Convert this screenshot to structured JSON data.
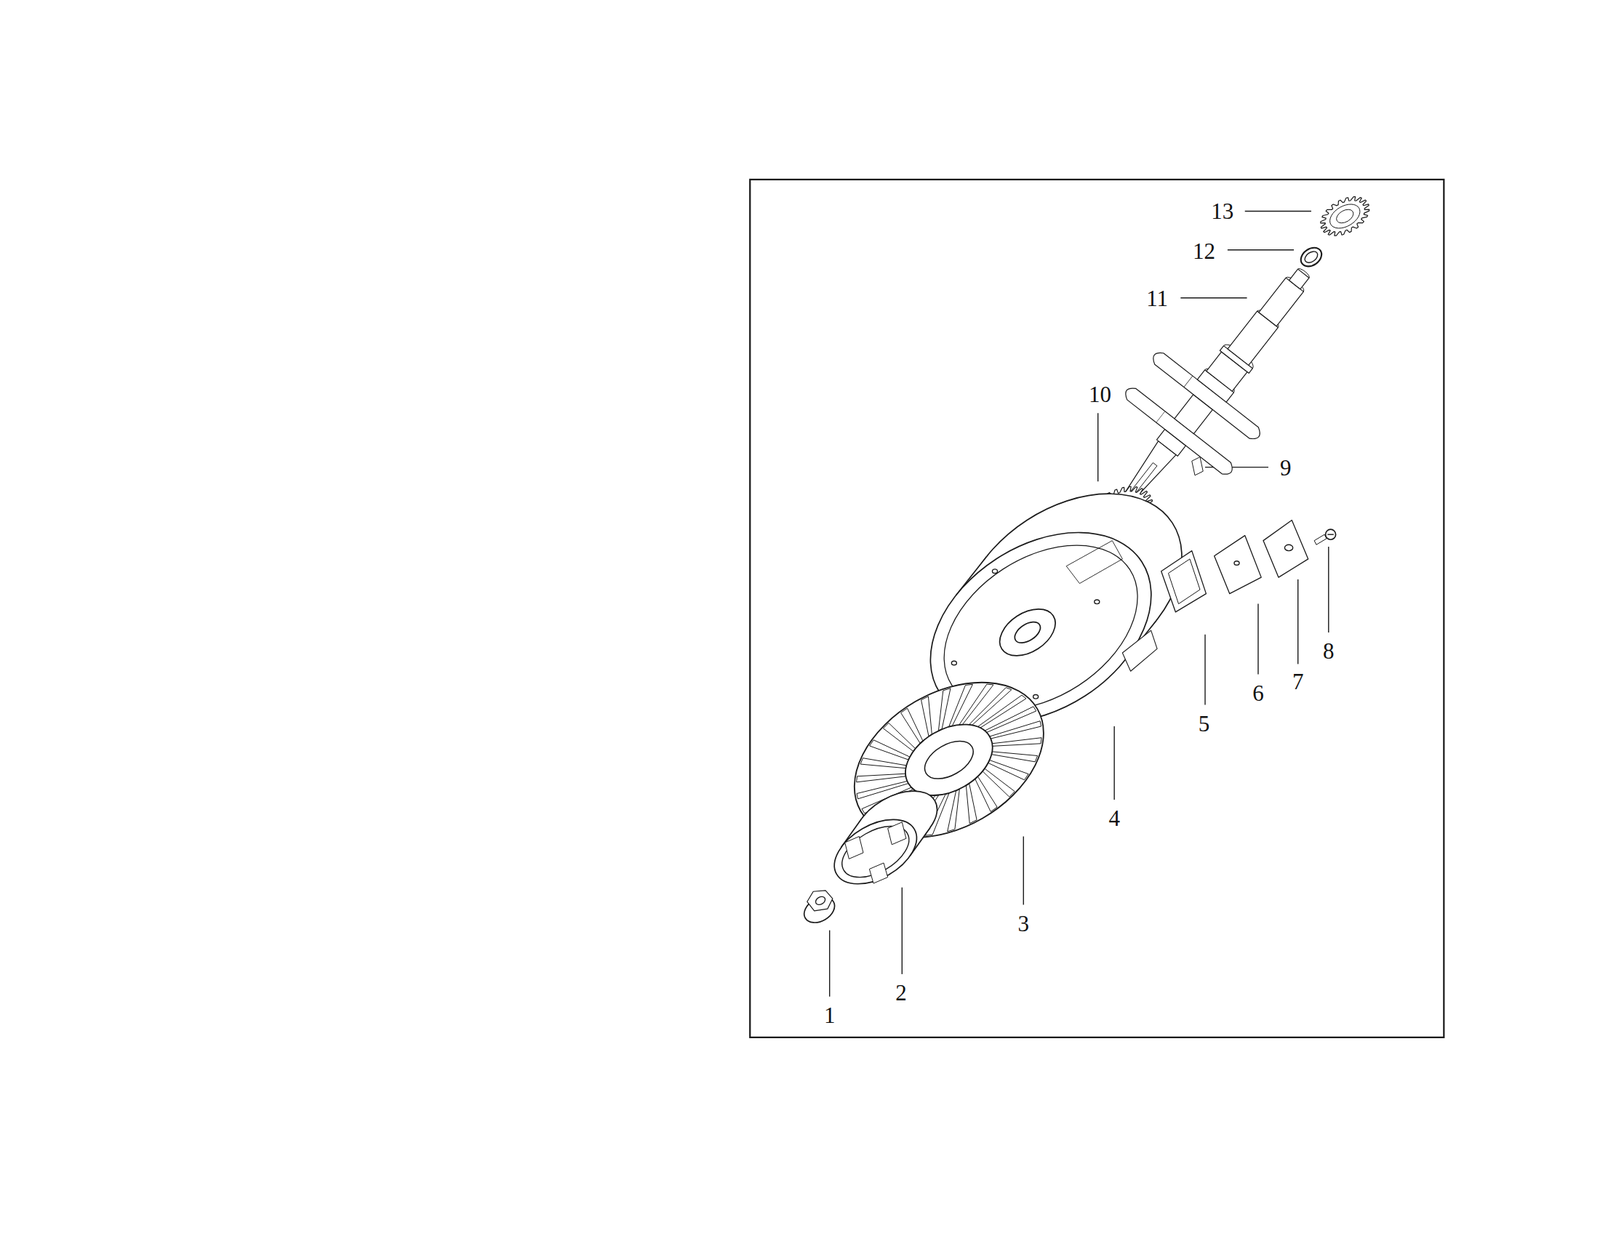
{
  "diagram": {
    "labels": [
      "13",
      "12",
      "11",
      "10",
      "9",
      "8",
      "7",
      "6",
      "5",
      "4",
      "3",
      "2",
      "1"
    ]
  }
}
